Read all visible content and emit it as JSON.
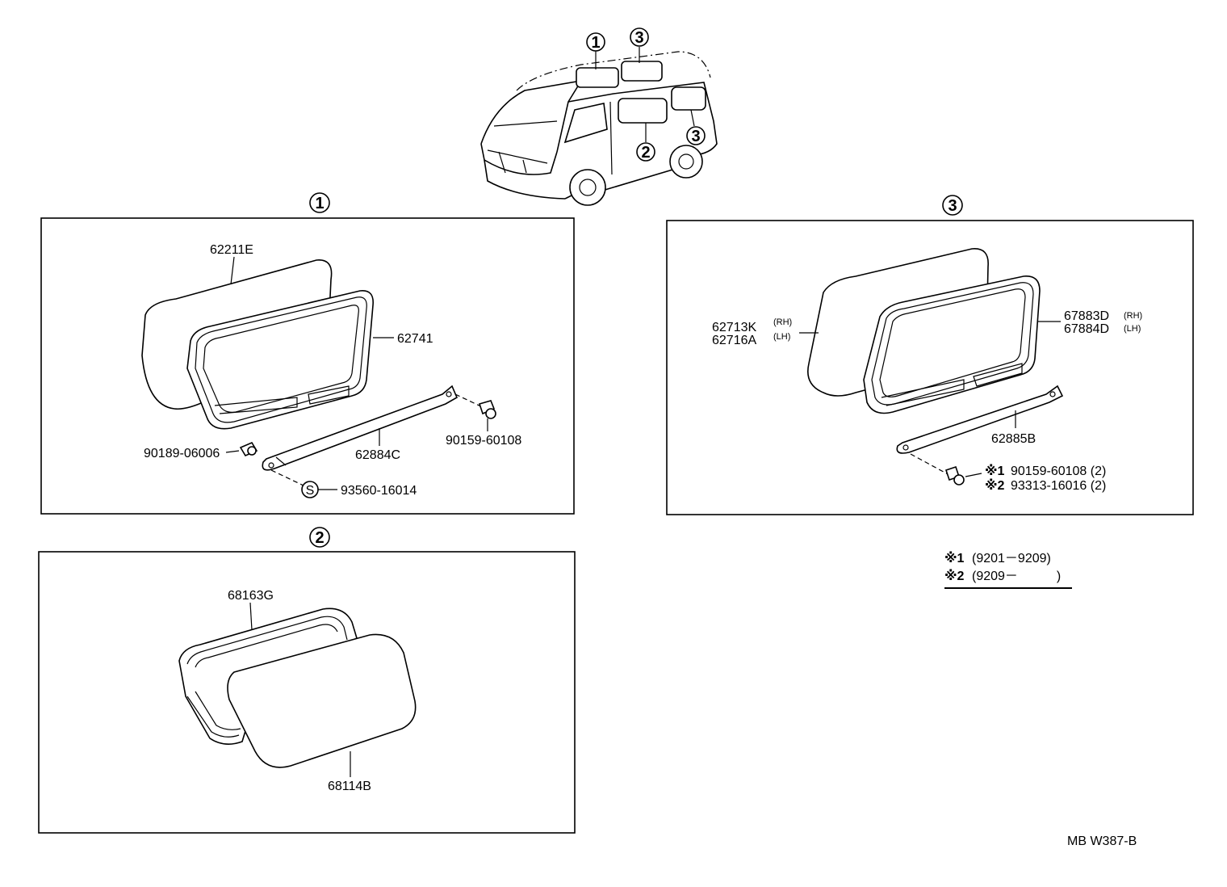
{
  "van": {
    "callout_1": "1",
    "callout_2": "2",
    "callout_3_top": "3",
    "callout_3_rear": "3"
  },
  "section_1": {
    "header": "1",
    "parts": {
      "glass": "62211E",
      "seal": "62741",
      "stay": "62884C",
      "bolt": "90159-60108",
      "clip": "90189-06006",
      "s_mark": "S",
      "screw": "93560-16014"
    }
  },
  "section_2": {
    "header": "2",
    "parts": {
      "weatherstrip": "68163G",
      "glass": "68114B"
    }
  },
  "section_3": {
    "header": "3",
    "parts": {
      "glass_rh": "62713K",
      "glass_rh_side": "(RH)",
      "glass_lh": "62716A",
      "glass_lh_side": "(LH)",
      "seal_rh": "67883D",
      "seal_rh_side": "(RH)",
      "seal_lh": "67884D",
      "seal_lh_side": "(LH)",
      "stay": "62885B",
      "note1_mark": "※1",
      "note1_part": "90159-60108 (2)",
      "note2_mark": "※2",
      "note2_part": "93313-16016 (2)"
    }
  },
  "legend": {
    "row1_mark": "※1",
    "row1_range": "(9201－9209)",
    "row2_mark": "※2",
    "row2_range": "(9209－　　　)"
  },
  "footer": {
    "code": "MB W387-B"
  }
}
